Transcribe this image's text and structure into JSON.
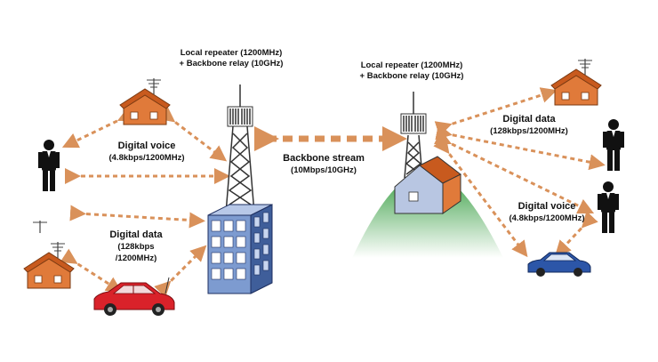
{
  "labels": {
    "left_repeater": {
      "line1": "Local repeater (1200MHz)",
      "line2": "+ Backbone relay (10GHz)"
    },
    "right_repeater": {
      "line1": "Local repeater (1200MHz)",
      "line2": "+ Backbone relay (10GHz)"
    },
    "left_voice": {
      "line1": "Digital voice",
      "line2": "(4.8kbps/1200MHz)"
    },
    "left_data": {
      "line1": "Digital data",
      "line2": "(128kbps",
      "line3": "/1200MHz)"
    },
    "backbone": {
      "line1": "Backbone stream",
      "line2": "(10Mbps/10GHz)"
    },
    "right_data": {
      "line1": "Digital data",
      "line2": "(128kbps/1200MHz)"
    },
    "right_voice": {
      "line1": "Digital voice",
      "line2": "(4.8kbps/1200MHz)"
    }
  },
  "colors": {
    "arrow": "#d9915a",
    "house_roof": "#c85a1e",
    "house_wall": "#e07a3a",
    "building": "#5f7fb8",
    "red_car": "#d9222a",
    "blue_car": "#2c56a8",
    "hill_top": "#2f9a3a",
    "hill_bottom": "#ffffff",
    "person": "#111111"
  },
  "icons": [
    "tower-icon",
    "house-icon",
    "person-icon",
    "office-building-icon",
    "car-icon",
    "hill-icon"
  ]
}
